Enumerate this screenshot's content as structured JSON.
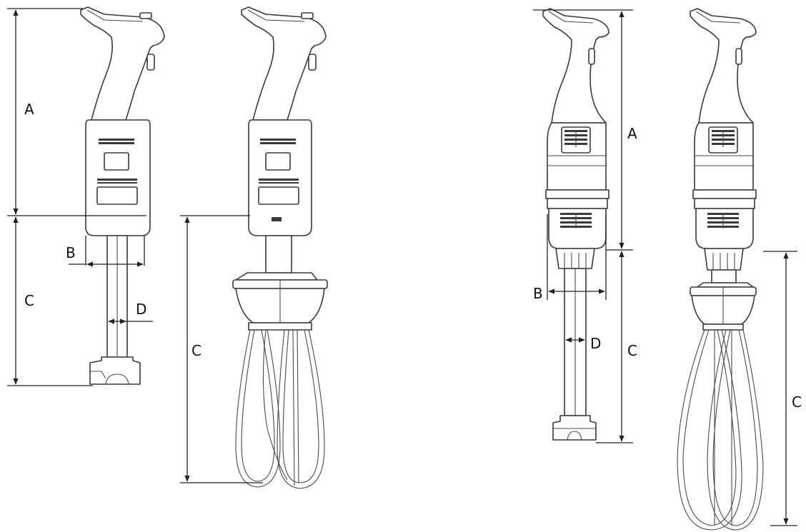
{
  "labels": {
    "a": "A",
    "b": "B",
    "c": "C",
    "d": "D"
  },
  "colors": {
    "line": "#3a3a3a",
    "dimension": "#222222",
    "background": "#ffffff"
  }
}
